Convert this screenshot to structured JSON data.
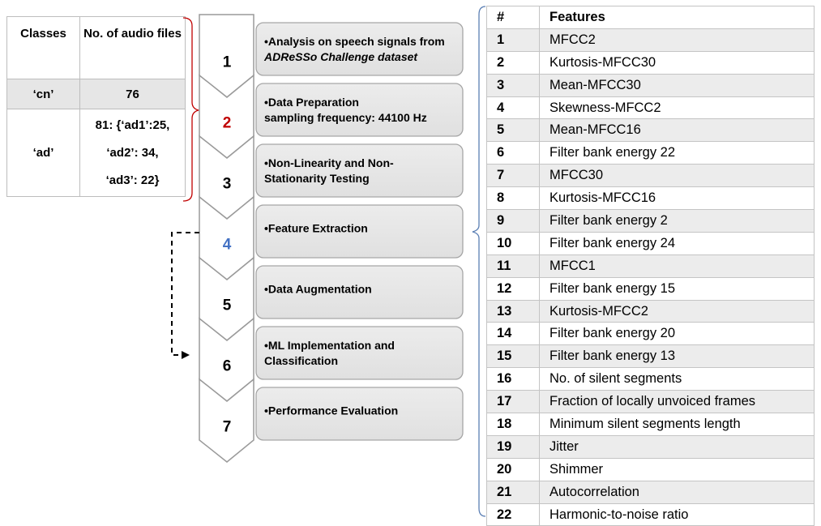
{
  "classes_table": {
    "headers": [
      "Classes",
      "No. of audio files"
    ],
    "rows": [
      {
        "class": "‘cn’",
        "count": "76"
      },
      {
        "class": "‘ad’",
        "count_lines": [
          "81: {‘ad1’:25,",
          "‘ad2’: 34,",
          "‘ad3’: 22}"
        ]
      }
    ]
  },
  "steps": [
    {
      "number": "1",
      "lines": [
        "•Analysis on speech signals from",
        "ADReSSo Challenge dataset"
      ],
      "number_color": "#000000"
    },
    {
      "number": "2",
      "lines": [
        "•Data Preparation",
        "sampling frequency: 44100 Hz"
      ],
      "number_color": "#c00000"
    },
    {
      "number": "3",
      "lines": [
        "•Non-Linearity and Non-",
        "Stationarity Testing"
      ],
      "number_color": "#000000"
    },
    {
      "number": "4",
      "lines": [
        "•Feature Extraction"
      ],
      "number_color": "#4472c4"
    },
    {
      "number": "5",
      "lines": [
        "•Data Augmentation"
      ],
      "number_color": "#000000"
    },
    {
      "number": "6",
      "lines": [
        "•ML Implementation and",
        "Classification"
      ],
      "number_color": "#000000"
    },
    {
      "number": "7",
      "lines": [
        "•Performance Evaluation"
      ],
      "number_color": "#000000"
    }
  ],
  "features_table": {
    "headers": [
      "#",
      "Features"
    ],
    "rows": [
      {
        "n": "1",
        "feature": "MFCC2"
      },
      {
        "n": "2",
        "feature": "Kurtosis-MFCC30"
      },
      {
        "n": "3",
        "feature": "Mean-MFCC30"
      },
      {
        "n": "4",
        "feature": "Skewness-MFCC2"
      },
      {
        "n": "5",
        "feature": "Mean-MFCC16"
      },
      {
        "n": "6",
        "feature": "Filter bank energy 22"
      },
      {
        "n": "7",
        "feature": "MFCC30"
      },
      {
        "n": "8",
        "feature": "Kurtosis-MFCC16"
      },
      {
        "n": "9",
        "feature": "Filter bank energy 2"
      },
      {
        "n": "10",
        "feature": "Filter bank energy 24"
      },
      {
        "n": "11",
        "feature": "MFCC1"
      },
      {
        "n": "12",
        "feature": "Filter bank energy 15"
      },
      {
        "n": "13",
        "feature": "Kurtosis-MFCC2"
      },
      {
        "n": "14",
        "feature": "Filter bank energy 20"
      },
      {
        "n": "15",
        "feature": "Filter bank energy 13"
      },
      {
        "n": "16",
        "feature": "No. of silent segments"
      },
      {
        "n": "17",
        "feature": "Fraction of locally unvoiced frames"
      },
      {
        "n": "18",
        "feature": "Minimum silent segments length"
      },
      {
        "n": "19",
        "feature": "Jitter"
      },
      {
        "n": "20",
        "feature": "Shimmer"
      },
      {
        "n": "21",
        "feature": "Autocorrelation"
      },
      {
        "n": "22",
        "feature": "Harmonic-to-noise ratio"
      }
    ]
  },
  "colors": {
    "step_box_fill": "#e0e0e0",
    "step_box_stroke": "#a6a6a6",
    "chevron_stroke": "#9a9a9a",
    "red_bracket": "#c00000",
    "blue_bracket": "#5b7fb4"
  }
}
